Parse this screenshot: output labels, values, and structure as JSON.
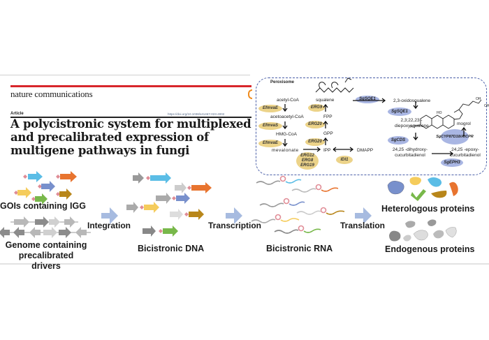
{
  "header": {
    "journal": "nature communications",
    "article_type": "Article",
    "doi": "https://doi.org/10.1038/s41467-023-4002",
    "title": "A polycistronic system for multiplexed and precalibrated expression of multigene pathways in fungi"
  },
  "pathway": {
    "compartment": "Peroxisome",
    "metabolites": {
      "acetyl_coa": "acetyl-CoA",
      "acetoacetyl_coa": "acetoacetyl-CoA",
      "hmg_coa": "HMG-CoA",
      "mevalonate": "mevalonate",
      "ipp": "IPP",
      "dmapp": "DMAPP",
      "gpp": "GPP",
      "fpp": "FPP",
      "squalene": "squalene",
      "oxidosqualene": "2,3-oxidosqualene",
      "diepoxysqualene": "2,3;22,23 -diepoxysqualene",
      "dihydroxy": "24,25 -dihydroxy-cucurbitadienol",
      "epoxy": "24,25 -epoxy-cucurbitadienol",
      "mogrol": "mogrol"
    },
    "enzymes_yeast": [
      "EfmvaE",
      "EfmvaS",
      "EfmvaE",
      "ERG12 ERG8 ERG19",
      "IDI1",
      "ERG20",
      "ERG20",
      "ERG9"
    ],
    "enzymes_plant": [
      "SgSQE1",
      "SgSQE1",
      "SgCDS",
      "SgCYP87D18/AtCPR",
      "SgEPH3"
    ],
    "colors": {
      "yeast_enzyme": "#ecd389",
      "plant_enzyme": "#a9b6e3",
      "border": "#4a5fa8"
    }
  },
  "workflow": {
    "gois_label": "GOIs containing IGG",
    "genome_label": "Genome containing precalibrated drivers",
    "step1": "Integration",
    "dna_label": "Bicistronic DNA",
    "step2": "Transcription",
    "rna_label": "Bicistronic RNA",
    "step3": "Translation",
    "hetero_label": "Heterologous proteins",
    "endo_label": "Endogenous proteins",
    "gene_colors": [
      "#5bbde6",
      "#e8742f",
      "#7890cc",
      "#f5cc5c",
      "#b8861a",
      "#78b84a"
    ],
    "arrow_color": "#a7bbe0",
    "igg_color": "#e08c96"
  }
}
